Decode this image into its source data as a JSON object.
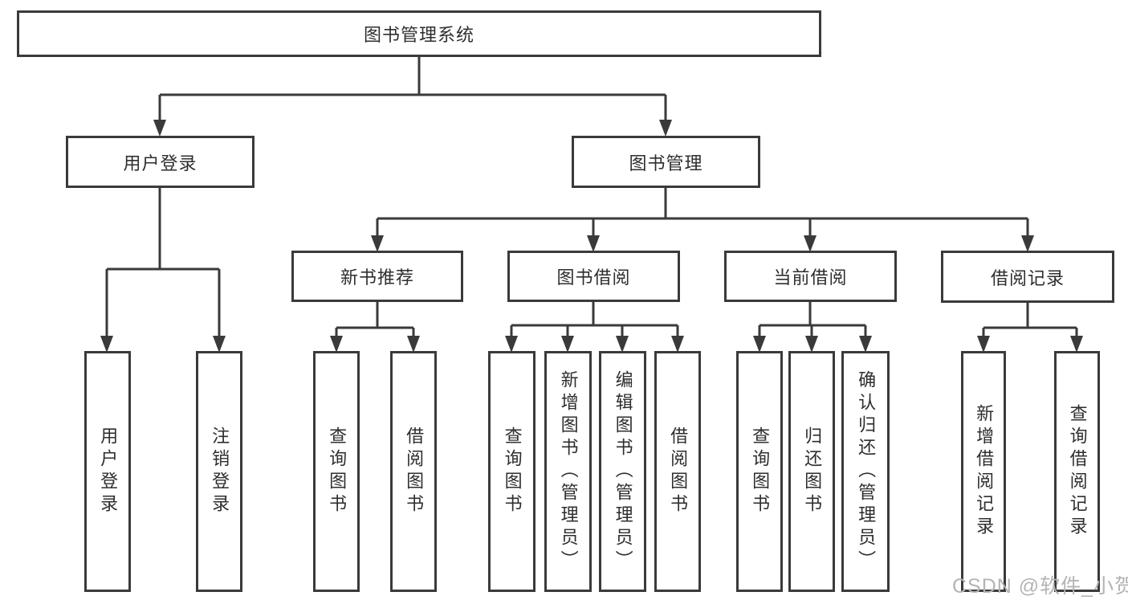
{
  "tree": {
    "label": "图书管理系统",
    "children": [
      {
        "label": "用户登录",
        "children": [
          {
            "label": "用户登录"
          },
          {
            "label": "注销登录"
          }
        ]
      },
      {
        "label": "图书管理",
        "children": [
          {
            "label": "新书推荐",
            "children": [
              {
                "label": "查询图书"
              },
              {
                "label": "借阅图书"
              }
            ]
          },
          {
            "label": "图书借阅",
            "children": [
              {
                "label": "查询图书"
              },
              {
                "label": "新增图书（管理员）"
              },
              {
                "label": "编辑图书（管理员）"
              },
              {
                "label": "借阅图书"
              }
            ]
          },
          {
            "label": "当前借阅",
            "children": [
              {
                "label": "查询图书"
              },
              {
                "label": "归还图书"
              },
              {
                "label": "确认归还（管理员）"
              }
            ]
          },
          {
            "label": "借阅记录",
            "children": [
              {
                "label": "新增借阅记录"
              },
              {
                "label": "查询借阅记录"
              }
            ]
          }
        ]
      }
    ]
  },
  "watermark": {
    "text": "CSDN @软件_小贺同学"
  },
  "colors": {
    "line": "#3a3a3a",
    "box_border": "#3a3a3a",
    "text": "#2e2e2e",
    "watermark": "#b4b4b4",
    "background": "#ffffff"
  }
}
